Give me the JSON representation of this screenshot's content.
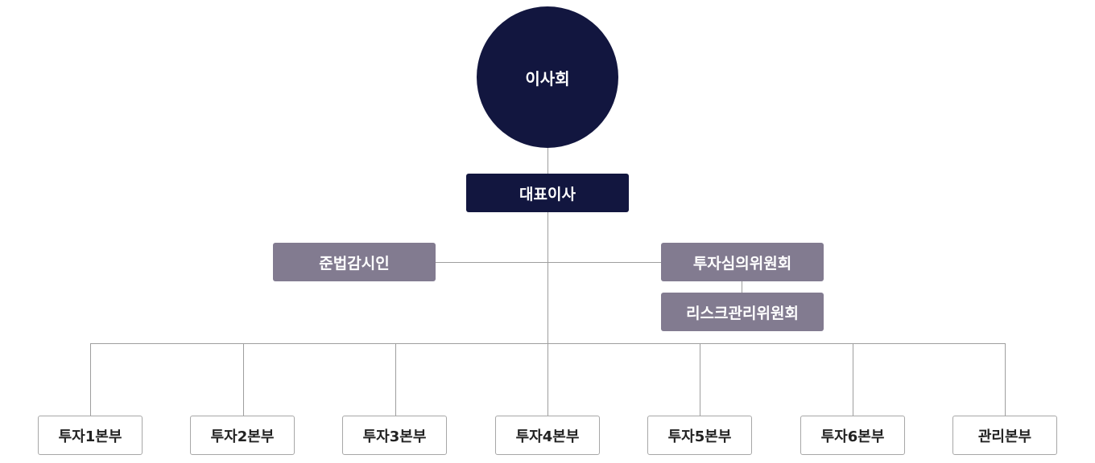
{
  "org_chart": {
    "board": {
      "label": "이사회"
    },
    "ceo": {
      "label": "대표이사"
    },
    "compliance_officer": {
      "label": "준법감시인"
    },
    "investment_committee": {
      "label": "투자심의위원회"
    },
    "risk_committee": {
      "label": "리스크관리위원회"
    },
    "divisions": [
      {
        "label": "투자1본부"
      },
      {
        "label": "투자2본부"
      },
      {
        "label": "투자3본부"
      },
      {
        "label": "투자4본부"
      },
      {
        "label": "투자5본부"
      },
      {
        "label": "투자6본부"
      },
      {
        "label": "관리본부"
      }
    ]
  },
  "colors": {
    "primary_navy": "#12163f",
    "committee_gray": "#827b90",
    "connector_line": "#9e9e9e",
    "division_border": "#a7a7a7"
  }
}
